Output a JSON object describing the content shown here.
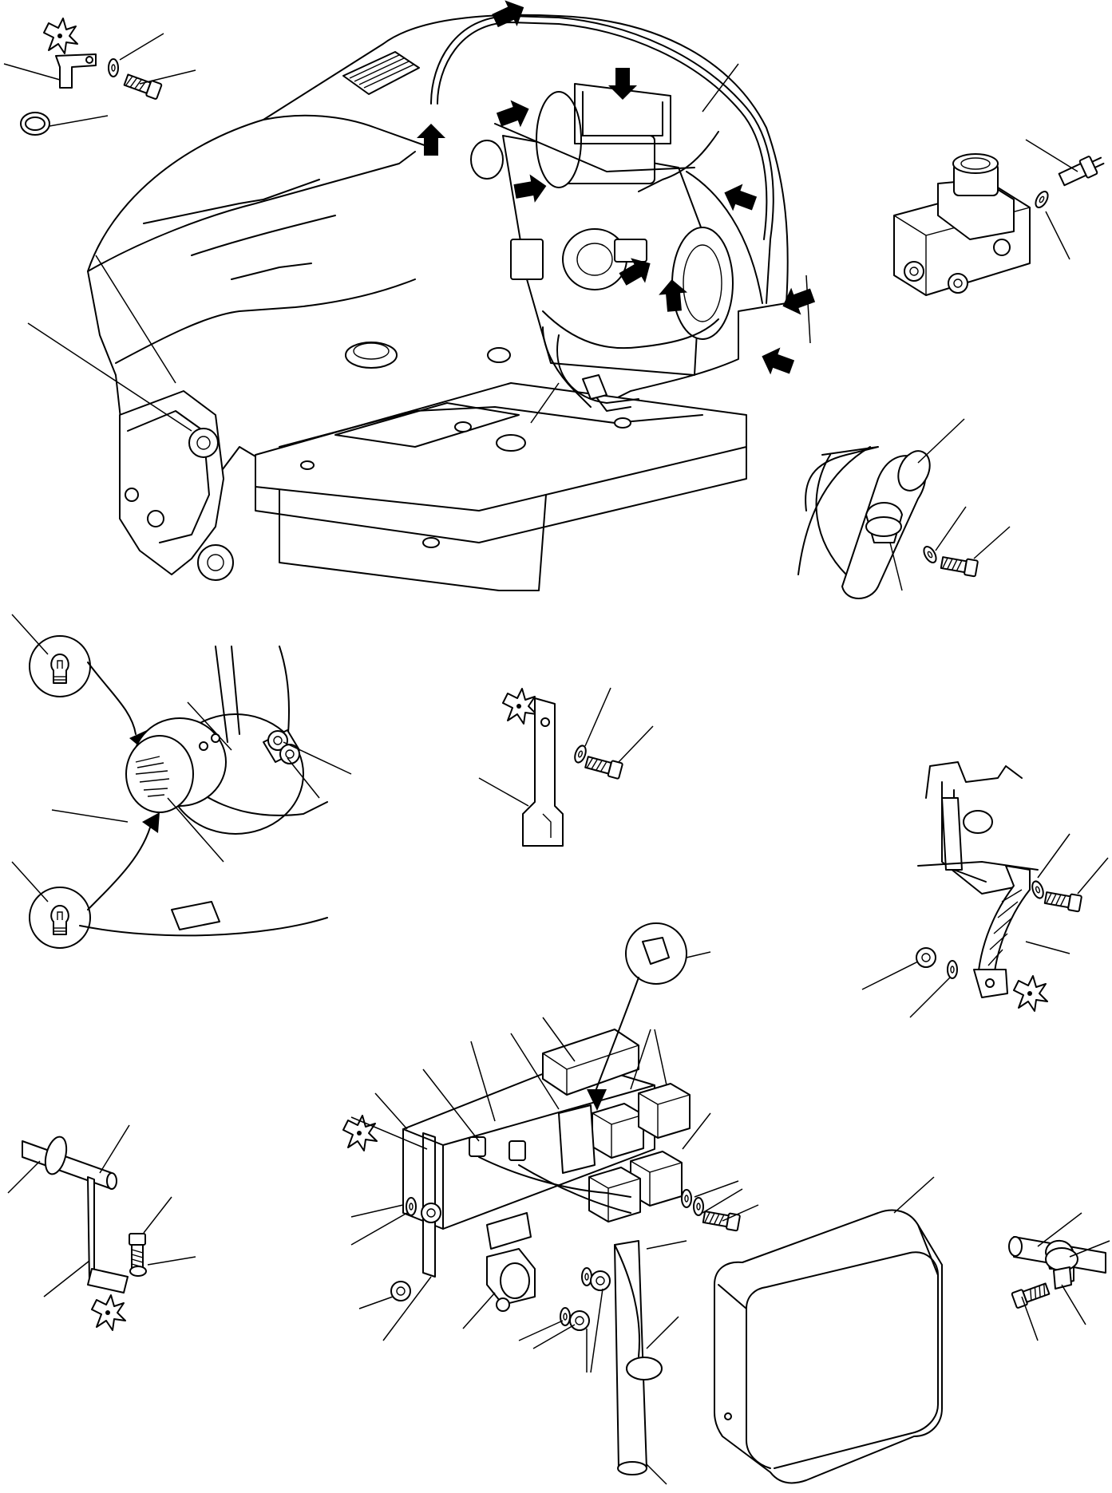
{
  "drawing": {
    "colors": {
      "ink": "#000000",
      "paper": "#ffffff"
    },
    "views": [
      {
        "id": "machine-overview",
        "icon": "excavator-upper-structure-icon"
      },
      {
        "id": "bracket-clip-detail",
        "icon": "clip-bracket-icon"
      },
      {
        "id": "valve-switch-detail",
        "icon": "pressure-switch-valve-icon"
      },
      {
        "id": "harness-clamp-detail",
        "icon": "harness-clamp-icon"
      },
      {
        "id": "work-lamp-detail",
        "icon": "work-lamp-icon"
      },
      {
        "id": "mount-bracket-detail",
        "icon": "mount-bracket-icon"
      },
      {
        "id": "ground-strap-detail",
        "icon": "ground-strap-icon"
      },
      {
        "id": "pipe-clip-detail",
        "icon": "pipe-clip-icon"
      },
      {
        "id": "relay-box-detail",
        "icon": "relay-box-icon"
      },
      {
        "id": "controller-detail",
        "icon": "controller-module-icon"
      },
      {
        "id": "hose-clip-detail",
        "icon": "hose-clip-icon"
      }
    ]
  }
}
